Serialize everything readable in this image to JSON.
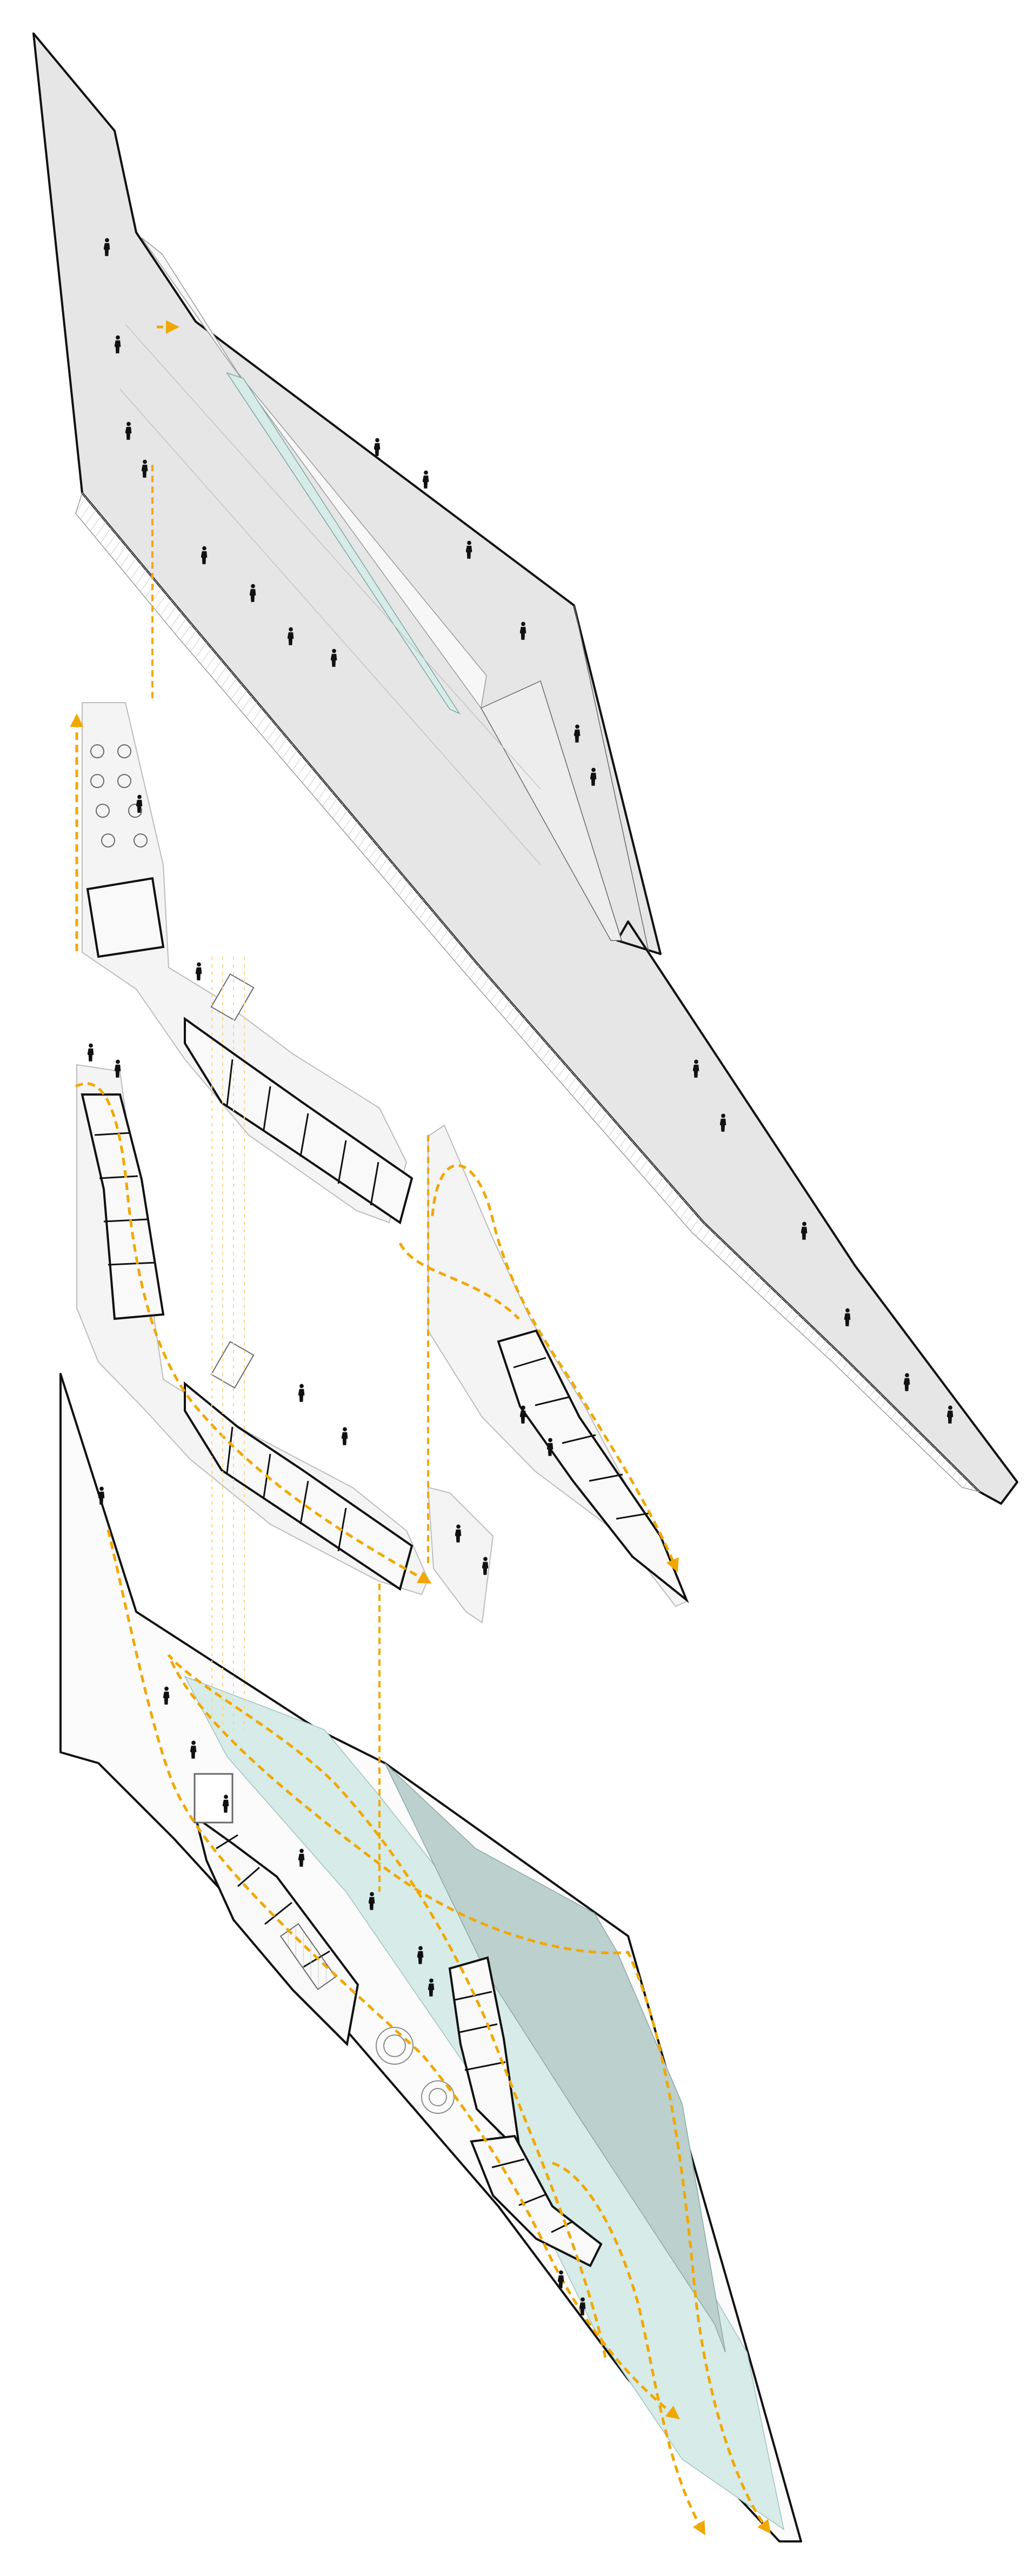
{
  "diagram": {
    "kind": "exploded axonometric",
    "levels": [
      "roof",
      "upper-floor",
      "middle-floor",
      "ground-floor"
    ],
    "colors": {
      "background": "#ffffff",
      "outline": "#111111",
      "thin_line": "#bdbdbd",
      "roof_fill": "#e6e6e6",
      "floor_fill": "#f4f4f4",
      "water_fill": "#d7ebe8",
      "water_dark": "#bcd0cd",
      "circulation_arrow": "#f0a800",
      "vertical_guide": "#f3d98a",
      "person": "#111111"
    },
    "icons": [
      "person-icon",
      "tree-icon",
      "table-icon",
      "circulation-arrow-icon"
    ]
  }
}
